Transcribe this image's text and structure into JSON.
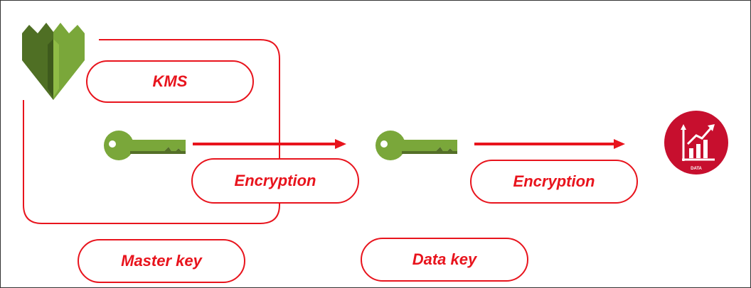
{
  "labels": {
    "kms": "KMS",
    "encryption_1": "Encryption",
    "encryption_2": "Encryption",
    "master_key": "Master key",
    "data_key": "Data key",
    "data_badge": "DATA"
  },
  "colors": {
    "accent_red": "#e8141d",
    "kms_logo_green_light": "#7aa73a",
    "kms_logo_green_dark": "#4f6f24",
    "key_green": "#7aa73a",
    "key_green_dark": "#546f28",
    "data_badge_red": "#c70f2e"
  },
  "icons": {
    "kms_logo": "aws-kms-shield-icon",
    "master_key": "key-icon",
    "data_key": "key-icon",
    "data_badge": "data-chart-icon"
  }
}
